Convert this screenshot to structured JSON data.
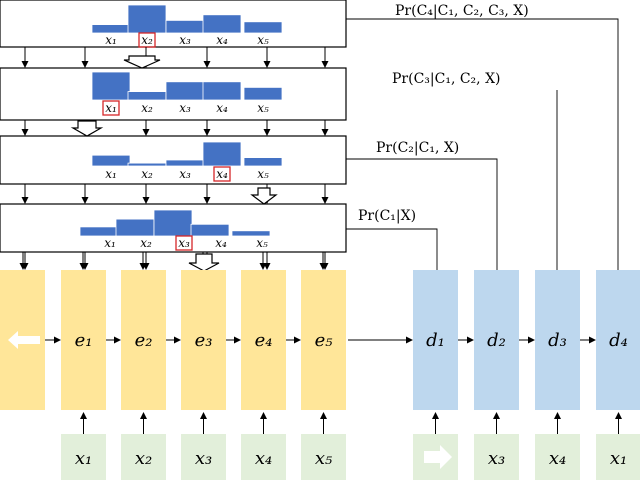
{
  "probability_labels": {
    "step4": "Pr(C₄|C₁, C₂, C₃, X)",
    "step3": "Pr(C₃|C₁, C₂, X)",
    "step2": "Pr(C₂|C₁, X)",
    "step1": "Pr(C₁|X)"
  },
  "attention_rows": [
    {
      "labels": [
        "x₁",
        "x₂",
        "x₃",
        "x₄",
        "x₅"
      ],
      "weights": [
        0.3,
        1.0,
        0.45,
        0.65,
        0.4
      ],
      "selected": 1
    },
    {
      "labels": [
        "x₁",
        "x₂",
        "x₃",
        "x₄",
        "x₅"
      ],
      "weights": [
        1.0,
        0.3,
        0.65,
        0.65,
        0.45
      ],
      "selected": 0
    },
    {
      "labels": [
        "x₁",
        "x₂",
        "x₃",
        "x₄",
        "x₅"
      ],
      "weights": [
        0.45,
        0.12,
        0.25,
        1.0,
        0.35
      ],
      "selected": 3
    },
    {
      "labels": [
        "x₁",
        "x₂",
        "x₃",
        "x₄",
        "x₅"
      ],
      "weights": [
        0.35,
        0.65,
        1.0,
        0.45,
        0.2
      ],
      "selected": 2
    }
  ],
  "encoders": [
    "e₁",
    "e₂",
    "e₃",
    "e₄",
    "e₅"
  ],
  "encoder_inputs": [
    "x₁",
    "x₂",
    "x₃",
    "x₄",
    "x₅"
  ],
  "decoders": [
    "d₁",
    "d₂",
    "d₃",
    "d₄"
  ],
  "decoder_inputs": [
    "x₃",
    "x₄",
    "x₁"
  ],
  "colors": {
    "encoder": "#ffe699",
    "decoder": "#bdd7ee",
    "input": "#e2efda",
    "bar": "#4472c4",
    "highlight": "#d62728"
  }
}
